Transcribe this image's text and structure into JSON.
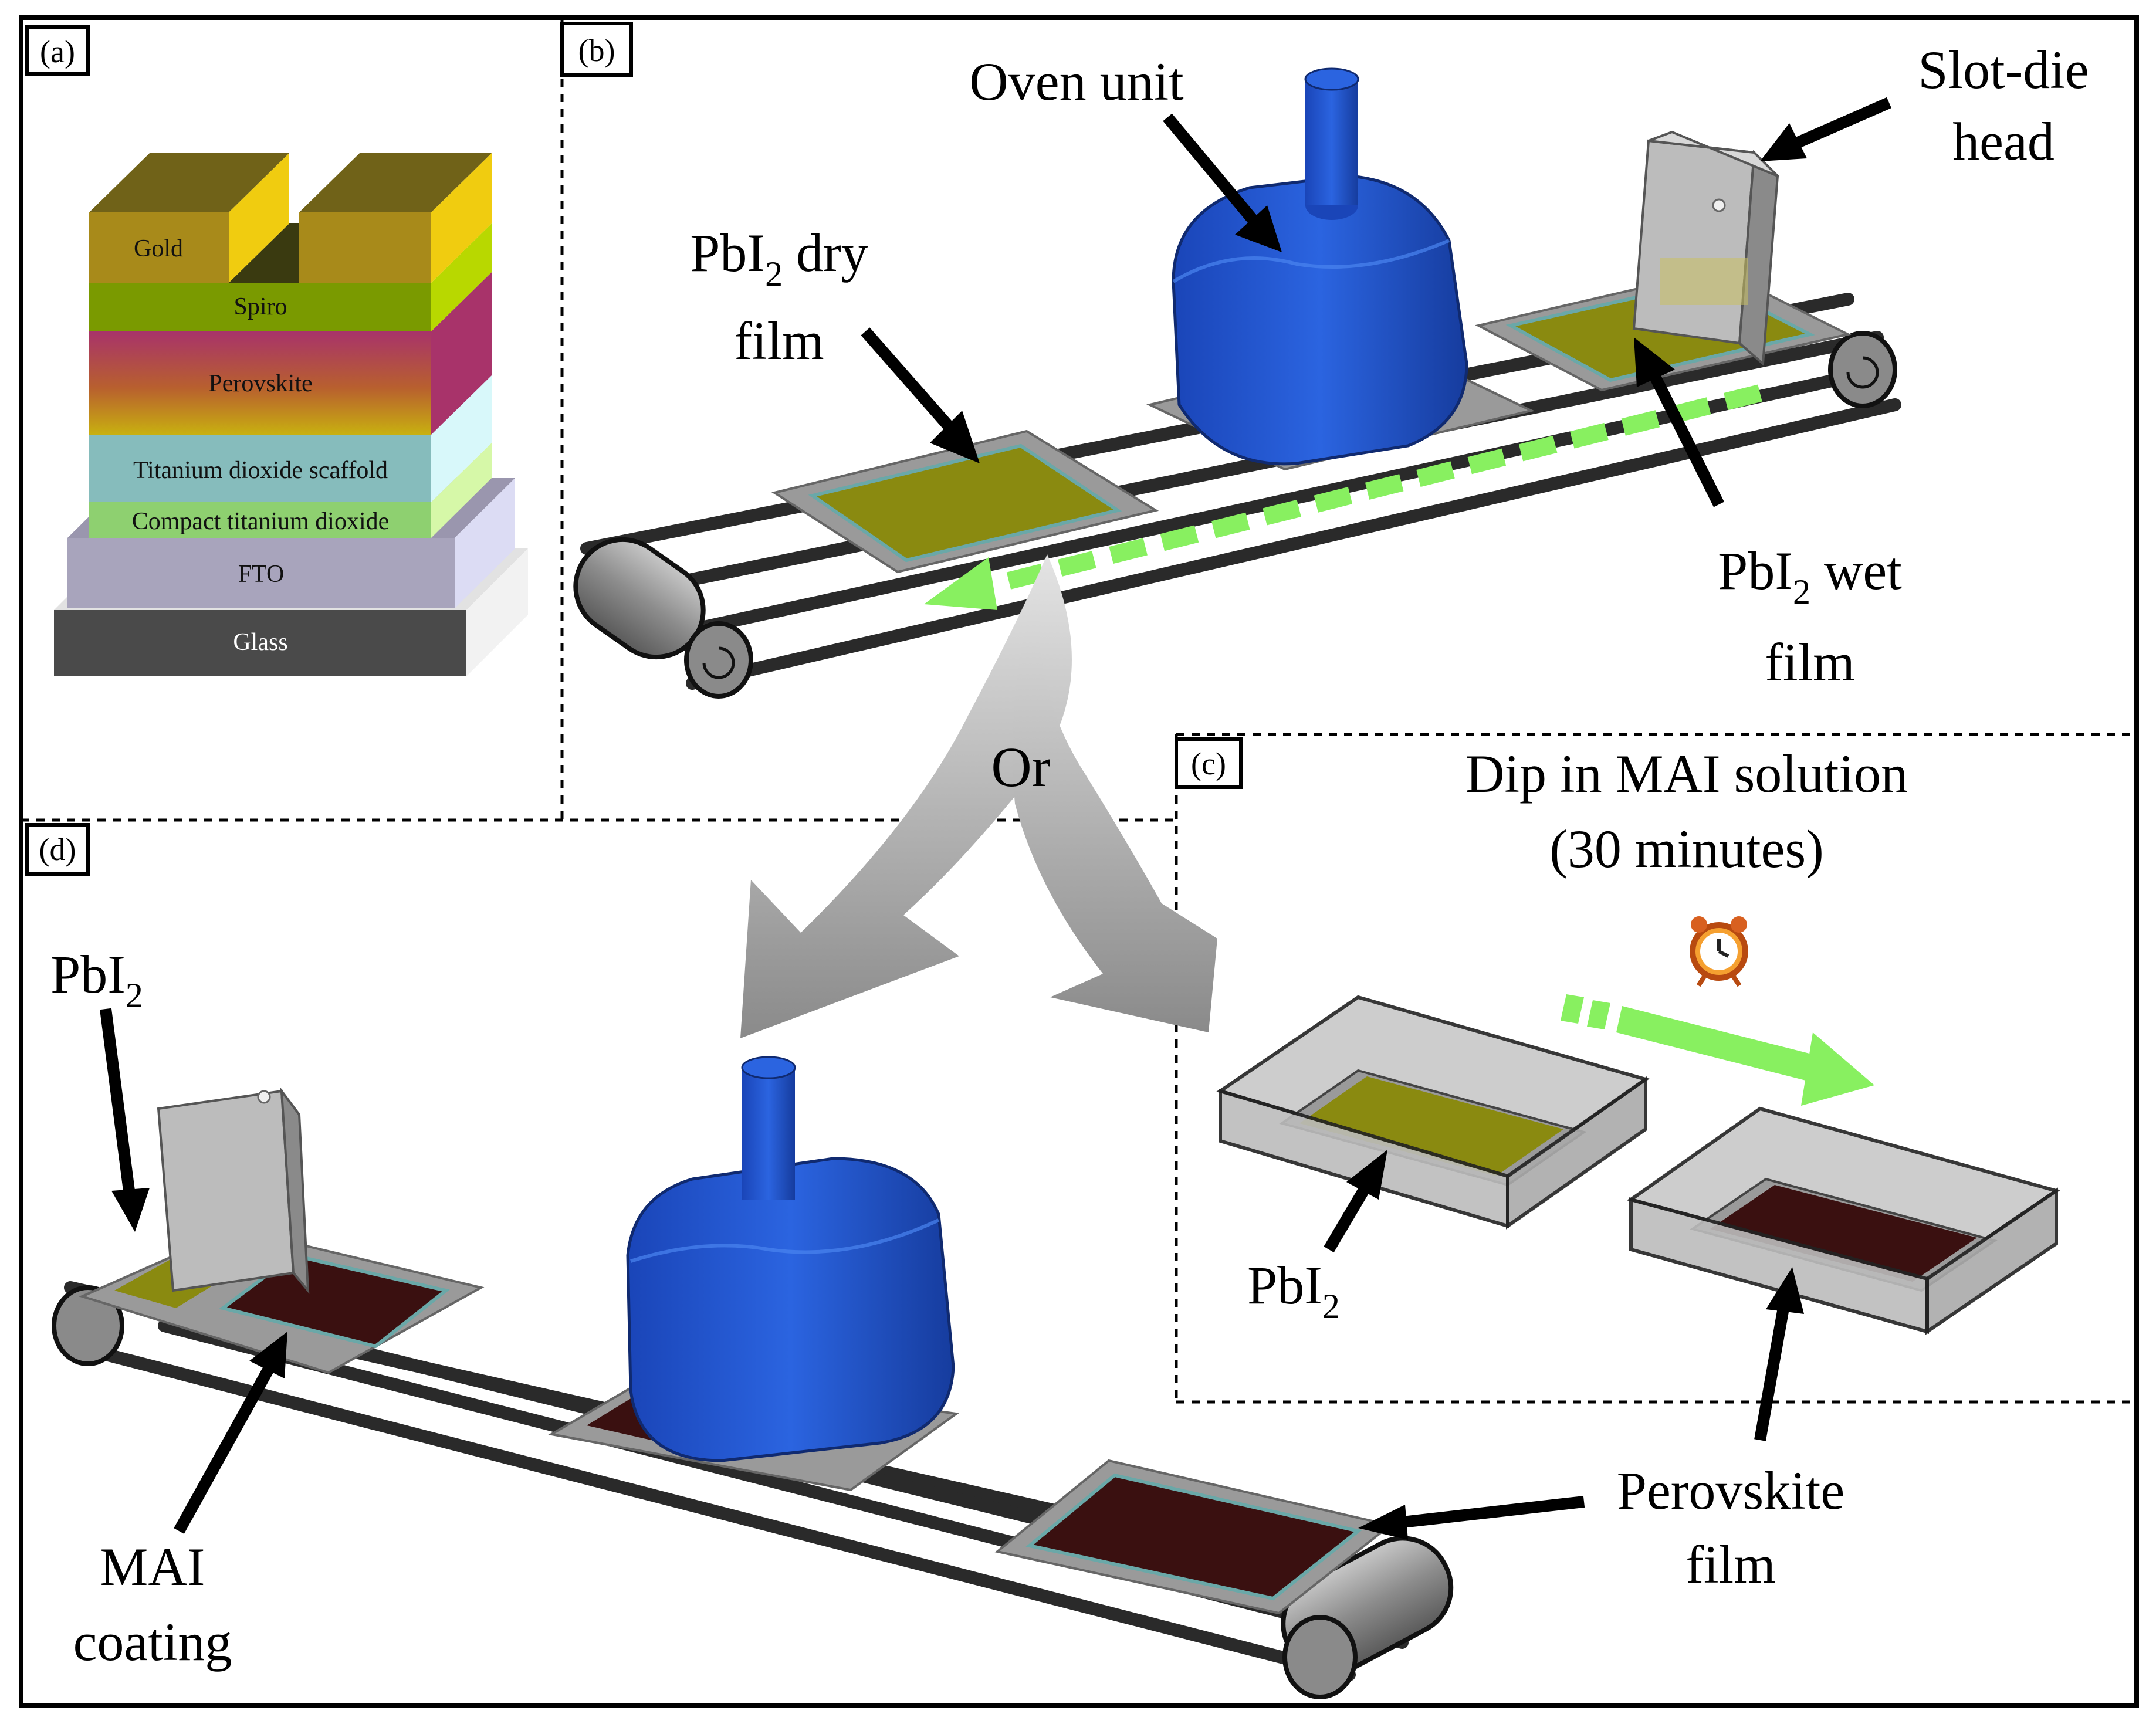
{
  "panels": {
    "a": "(a)",
    "b": "(b)",
    "c": "(c)",
    "d": "(d)"
  },
  "layers": {
    "gold": "Gold",
    "spiro": "Spiro",
    "perovskite": "Perovskite",
    "scaffold": "Titanium dioxide scaffold",
    "compact": "Compact titanium dioxide",
    "fto": "FTO",
    "glass": "Glass"
  },
  "labels_b": {
    "oven_unit": "Oven unit",
    "slot_die_1": "Slot-die",
    "slot_die_2": "head",
    "pbi2_dry_base": "PbI",
    "pbi2_dry_sub": "2",
    "pbi2_dry_rest": " dry",
    "pbi2_dry_2": "film",
    "pbi2_wet_base": "PbI",
    "pbi2_wet_sub": "2",
    "pbi2_wet_rest": " wet",
    "pbi2_wet_2": "film"
  },
  "or_label": "Or",
  "labels_c": {
    "dip_1": "Dip in MAI solution",
    "dip_2": "(30 minutes)",
    "pbi2_base": "PbI",
    "pbi2_sub": "2"
  },
  "labels_d": {
    "pbi2_base": "PbI",
    "pbi2_sub": "2",
    "mai_1": "MAI",
    "mai_2": "coating",
    "perov_1": "Perovskite",
    "perov_2": "film"
  },
  "colors": {
    "gold": "#e8c21a",
    "spiro": "#8db800",
    "oven_blue": "#1f52c8",
    "pbi2_film": "#8a8a10",
    "perovskite_film": "#3a1010",
    "arrow_green": "#88f060",
    "belt": "#2a2a2a"
  }
}
